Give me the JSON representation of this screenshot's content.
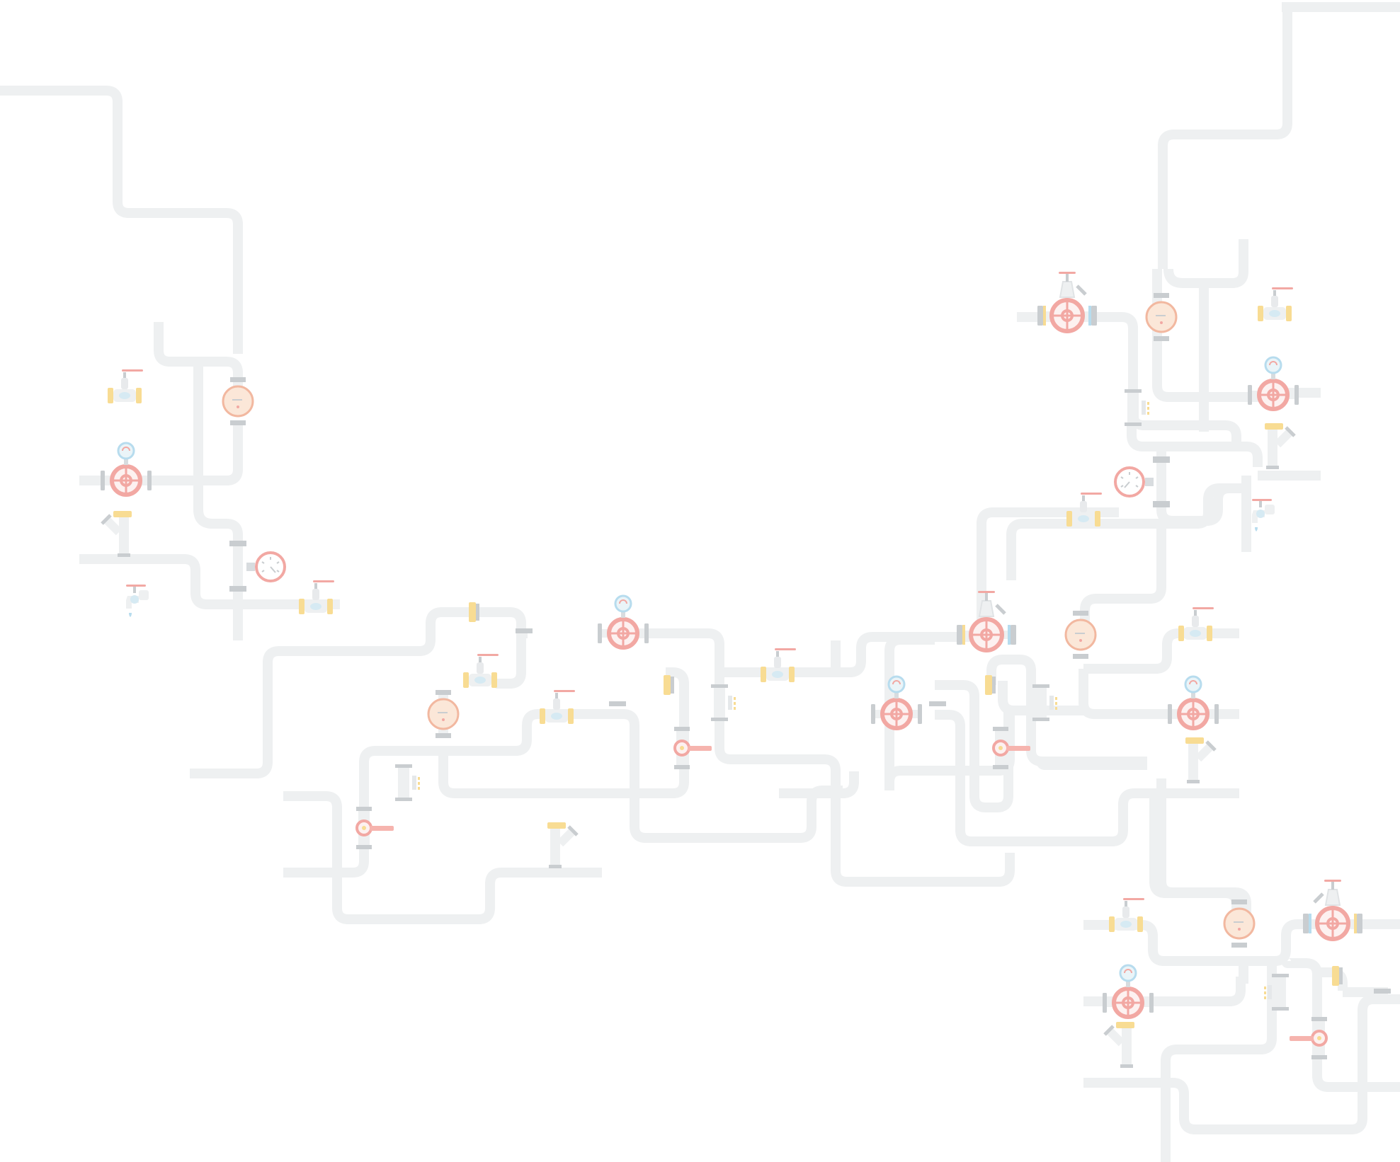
{
  "background": "#ffffff",
  "colors": {
    "pipe": "#eef0f1",
    "pipe_joint": "#e4e7e9",
    "flange": "#cfd3d6",
    "valve_red": "#f2a8a3",
    "valve_red_dark": "#ee8c86",
    "brass": "#f8dc93",
    "gauge_blue": "#d6eaf3",
    "gauge_face": "#fbe7d8",
    "water_blue": "#b7dcee"
  },
  "components": [
    {
      "kind": "gate-valve",
      "icon": "gate-valve-icon"
    },
    {
      "kind": "water-meter",
      "icon": "water-meter-icon"
    },
    {
      "kind": "ball-valve",
      "icon": "ball-valve-icon"
    },
    {
      "kind": "pressure-gauge",
      "icon": "pressure-gauge-icon"
    },
    {
      "kind": "handwheel-valve",
      "icon": "handwheel-valve-icon"
    },
    {
      "kind": "y-strainer",
      "icon": "y-strainer-icon"
    },
    {
      "kind": "water-tap",
      "icon": "water-tap-icon"
    },
    {
      "kind": "check-valve",
      "icon": "check-valve-icon"
    },
    {
      "kind": "lever-valve",
      "icon": "lever-valve-icon"
    }
  ]
}
